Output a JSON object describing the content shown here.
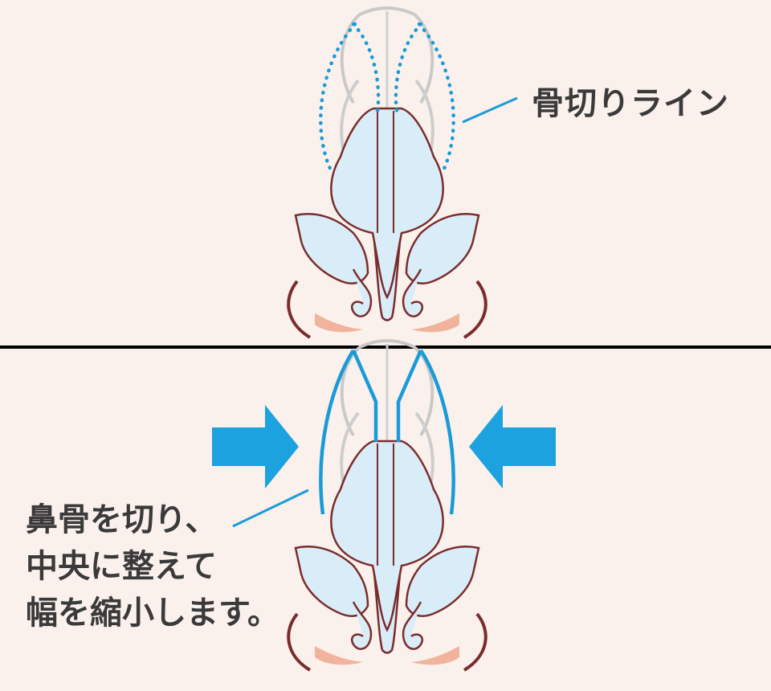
{
  "labels": {
    "osteotomy_line": "骨切りライン",
    "description": [
      "鼻骨を切り、",
      "中央に整えて",
      "幅を縮小します。"
    ]
  },
  "colors": {
    "background": "#fbf1ec",
    "cut_line": "#1a9bd8",
    "arrow": "#1ba2df",
    "tissue_fill": "#d9edf8",
    "outline": "#7a2c2c",
    "bone_gray": "#c8c8c8",
    "nostril_shadow": "#f2b39c",
    "divider": "#000000",
    "text": "#3a3a3a"
  },
  "icons": {
    "compress_arrow_left": "arrow-right-icon",
    "compress_arrow_right": "arrow-left-icon"
  }
}
